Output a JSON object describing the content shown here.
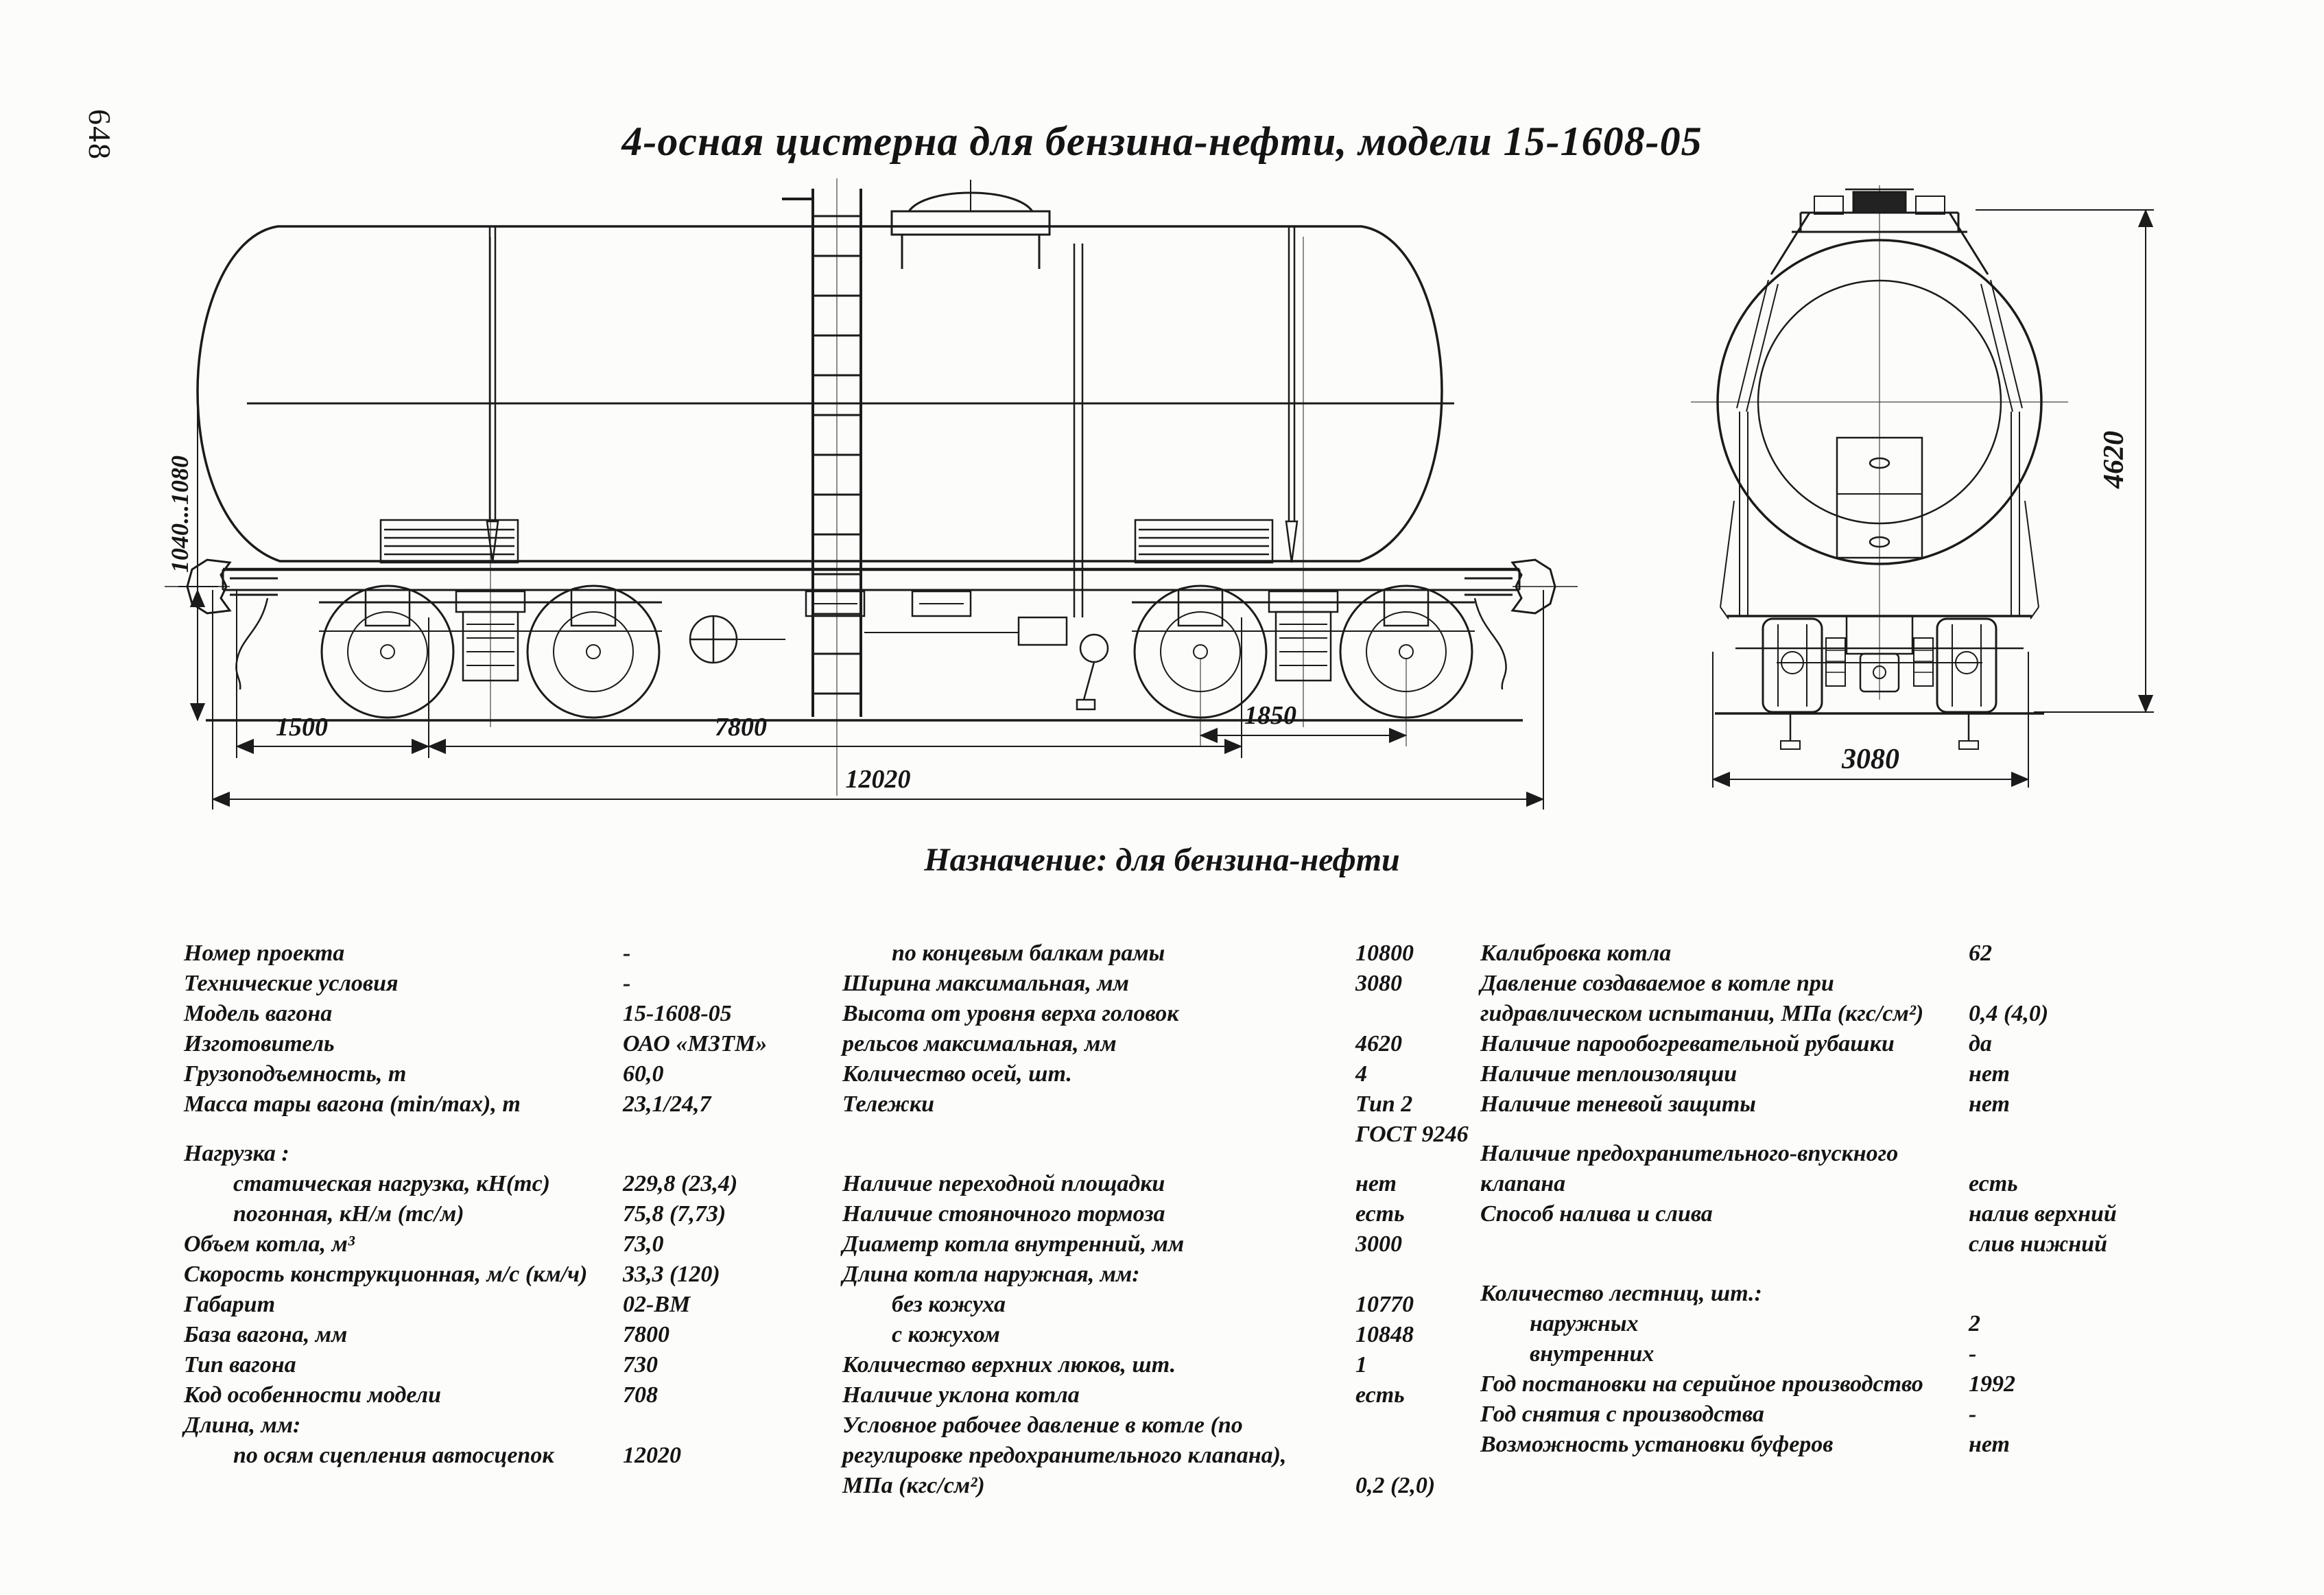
{
  "page": {
    "number": "648",
    "title": "4-осная цистерна для бензина-нефти, модели 15-1608-05",
    "purpose": "Назначение: для бензина-нефти"
  },
  "drawing": {
    "side_view": {
      "dims": {
        "bogie_left": "1500",
        "wagon_base": "7800",
        "bogie_wheelbase": "1850",
        "length_over_couplers": "12020",
        "coupler_axis_height": "1040...1080"
      }
    },
    "end_view": {
      "dims": {
        "height_max": "4620",
        "width_max": "3080"
      }
    }
  },
  "specs": {
    "col_left": [
      {
        "label": "Номер проекта",
        "value": "-"
      },
      {
        "label": "Технические условия",
        "value": "-"
      },
      {
        "label": "Модель вагона",
        "value": "15-1608-05"
      },
      {
        "label": "Изготовитель",
        "value": "ОАО «МЗТМ»"
      },
      {
        "label": "Грузоподъемность, т",
        "value": "60,0"
      },
      {
        "label": "Масса тары вагона (min/max), т",
        "value": "23,1/24,7"
      },
      {
        "label": "Нагрузка :",
        "value": "",
        "gap_before": true
      },
      {
        "label": "статическая нагрузка, кН(тс)",
        "value": "229,8 (23,4)",
        "indent": 1
      },
      {
        "label": "погонная, кН/м (тс/м)",
        "value": "75,8 (7,73)",
        "indent": 1
      },
      {
        "label": "Объем котла, м³",
        "value": "73,0"
      },
      {
        "label": "Скорость конструкционная, м/с (км/ч)",
        "value": "33,3 (120)"
      },
      {
        "label": "Габарит",
        "value": "02-ВМ"
      },
      {
        "label": "База вагона, мм",
        "value": "7800"
      },
      {
        "label": "Тип вагона",
        "value": "730"
      },
      {
        "label": "Код особенности модели",
        "value": "708"
      },
      {
        "label": "Длина, мм:",
        "value": ""
      },
      {
        "label": "по осям сцепления автосцепок",
        "value": "12020",
        "indent": 1
      }
    ],
    "col_middle": [
      {
        "label": "по концевым балкам рамы",
        "value": "10800",
        "indent": 1
      },
      {
        "label": "Ширина максимальная, мм",
        "value": "3080"
      },
      {
        "label": "Высота от уровня верха головок",
        "value": ""
      },
      {
        "label": "рельсов максимальная, мм",
        "value": "4620"
      },
      {
        "label": "Количество осей, шт.",
        "value": "4"
      },
      {
        "label": "Тележки",
        "value": "Тип 2\nГОСТ 9246",
        "lines": 2
      },
      {
        "label": "Наличие переходной площадки",
        "value": "нет",
        "gap_before": true
      },
      {
        "label": "Наличие стояночного тормоза",
        "value": "есть"
      },
      {
        "label": "Диаметр котла внутренний, мм",
        "value": "3000"
      },
      {
        "label": "Длина котла наружная, мм:",
        "value": ""
      },
      {
        "label": "без кожуха",
        "value": "10770",
        "indent": 1
      },
      {
        "label": "с кожухом",
        "value": "10848",
        "indent": 1
      },
      {
        "label": "Количество верхних люков, шт.",
        "value": "1"
      },
      {
        "label": "Наличие уклона котла",
        "value": "есть"
      },
      {
        "label": "Условное рабочее давление в котле  (по",
        "value": ""
      },
      {
        "label": "регулировке предохранительного клапана),",
        "value": ""
      },
      {
        "label": "МПа (кгс/см²)",
        "value": "0,2 (2,0)"
      }
    ],
    "col_right": [
      {
        "label": "Калибровка котла",
        "value": "62"
      },
      {
        "label": "Давление создаваемое в котле при",
        "value": ""
      },
      {
        "label": "гидравлическом испытании, МПа (кгс/см²)",
        "value": "0,4 (4,0)"
      },
      {
        "label": "Наличие парообогревательной рубашки",
        "value": "да"
      },
      {
        "label": "Наличие теплоизоляции",
        "value": "нет"
      },
      {
        "label": "Наличие теневой защиты",
        "value": "нет"
      },
      {
        "label": "Наличие предохранительного-впускного",
        "value": "",
        "gap_before": true
      },
      {
        "label": "клапана",
        "value": "есть"
      },
      {
        "label": "Способ налива и слива",
        "value": "налив верхний\nслив нижний",
        "lines": 2
      },
      {
        "label": "Количество лестниц, шт.:",
        "value": "",
        "gap_before": true
      },
      {
        "label": "наружных",
        "value": "2",
        "indent": 1
      },
      {
        "label": "внутренних",
        "value": "-",
        "indent": 1
      },
      {
        "label": "Год постановки на серийное производство",
        "value": "1992"
      },
      {
        "label": "Год снятия с производства",
        "value": "-"
      },
      {
        "label": "Возможность установки буферов",
        "value": "нет"
      }
    ]
  }
}
